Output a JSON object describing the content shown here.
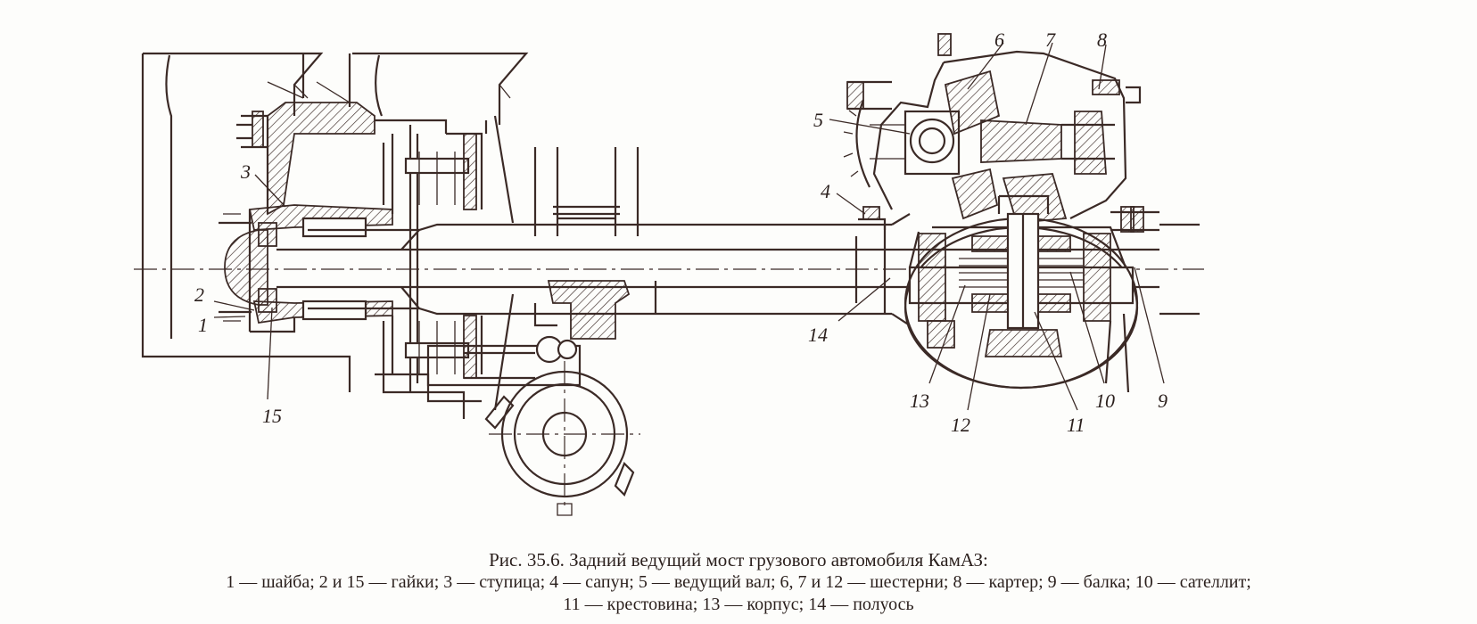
{
  "figure": {
    "title": "Рис. 35.6. Задний ведущий мост грузового автомобиля КамАЗ:",
    "legend_line_1": "1 — шайба; 2 и 15 — гайки; 3 — ступица; 4 — сапун; 5 — ведущий вал; 6, 7 и 12 — шестерни; 8 — картер; 9 — балка; 10 — сателлит;",
    "legend_line_2": "11 — крестовина; 13 — корпус; 14 — полуось"
  },
  "callouts": {
    "c1": "1",
    "c2": "2",
    "c3": "3",
    "c4": "4",
    "c5": "5",
    "c6": "6",
    "c7": "7",
    "c8": "8",
    "c9": "9",
    "c10": "10",
    "c11": "11",
    "c12": "12",
    "c13": "13",
    "c14": "14",
    "c15": "15"
  }
}
